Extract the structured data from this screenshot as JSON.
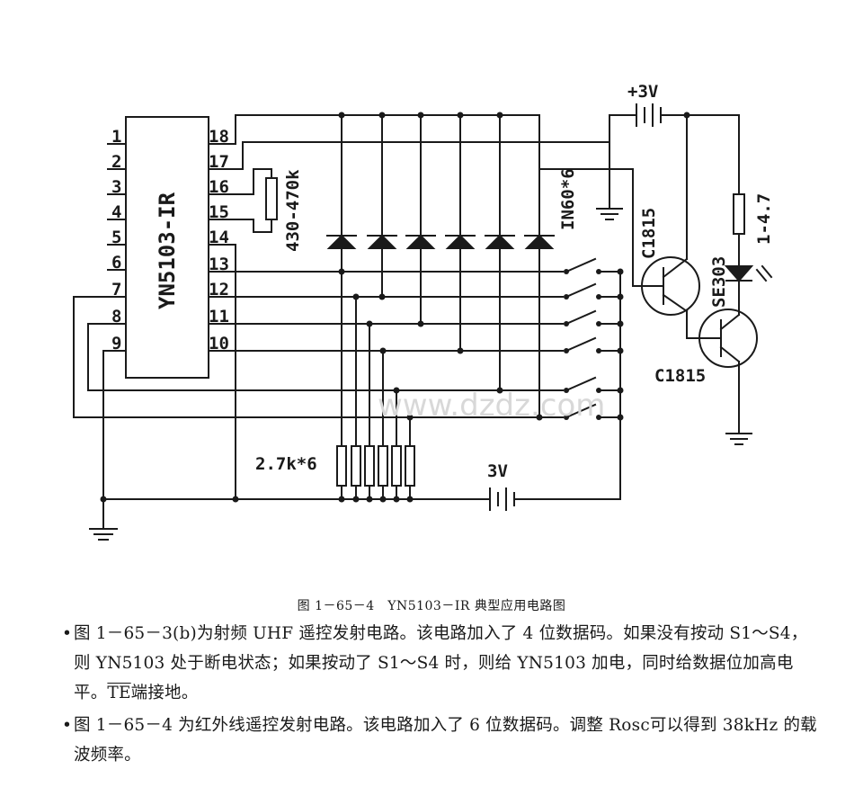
{
  "diagram": {
    "ic_label": "YN5103-IR",
    "pins_left": [
      "1",
      "2",
      "3",
      "4",
      "5",
      "6",
      "7",
      "8",
      "9"
    ],
    "pins_right": [
      "18",
      "17",
      "16",
      "15",
      "14",
      "13",
      "12",
      "11",
      "10"
    ],
    "resistor_osc": "430-470k",
    "diodes": "IN60*6",
    "resistors": "2.7k*6",
    "battery_main": "3V",
    "battery_top": "+3V",
    "transistor_1": "C1815",
    "transistor_2": "C1815",
    "led": "SE303",
    "resistor_led": "1-4.7",
    "watermark": "www.dzdz.com"
  },
  "caption": "图 1－65－4　YN5103－IR 典型应用电路图",
  "paragraphs": [
    {
      "bullet": "•",
      "text_a": "图 1－65－3(b)为射频 UHF 遥控发射电路。该电路加入了 4 位数据码。如果没有按动 S1～S4，则 YN5103 处于断电状态；如果按动了 S1～S4 时，则给 YN5103 加电，同时给数据位加高电平。",
      "overline": "TE",
      "text_b": "端接地。"
    },
    {
      "bullet": "•",
      "text": "图 1－65－4 为红外线遥控发射电路。该电路加入了 6 位数据码。调整 Rosc可以得到 38kHz 的载波频率。"
    }
  ]
}
